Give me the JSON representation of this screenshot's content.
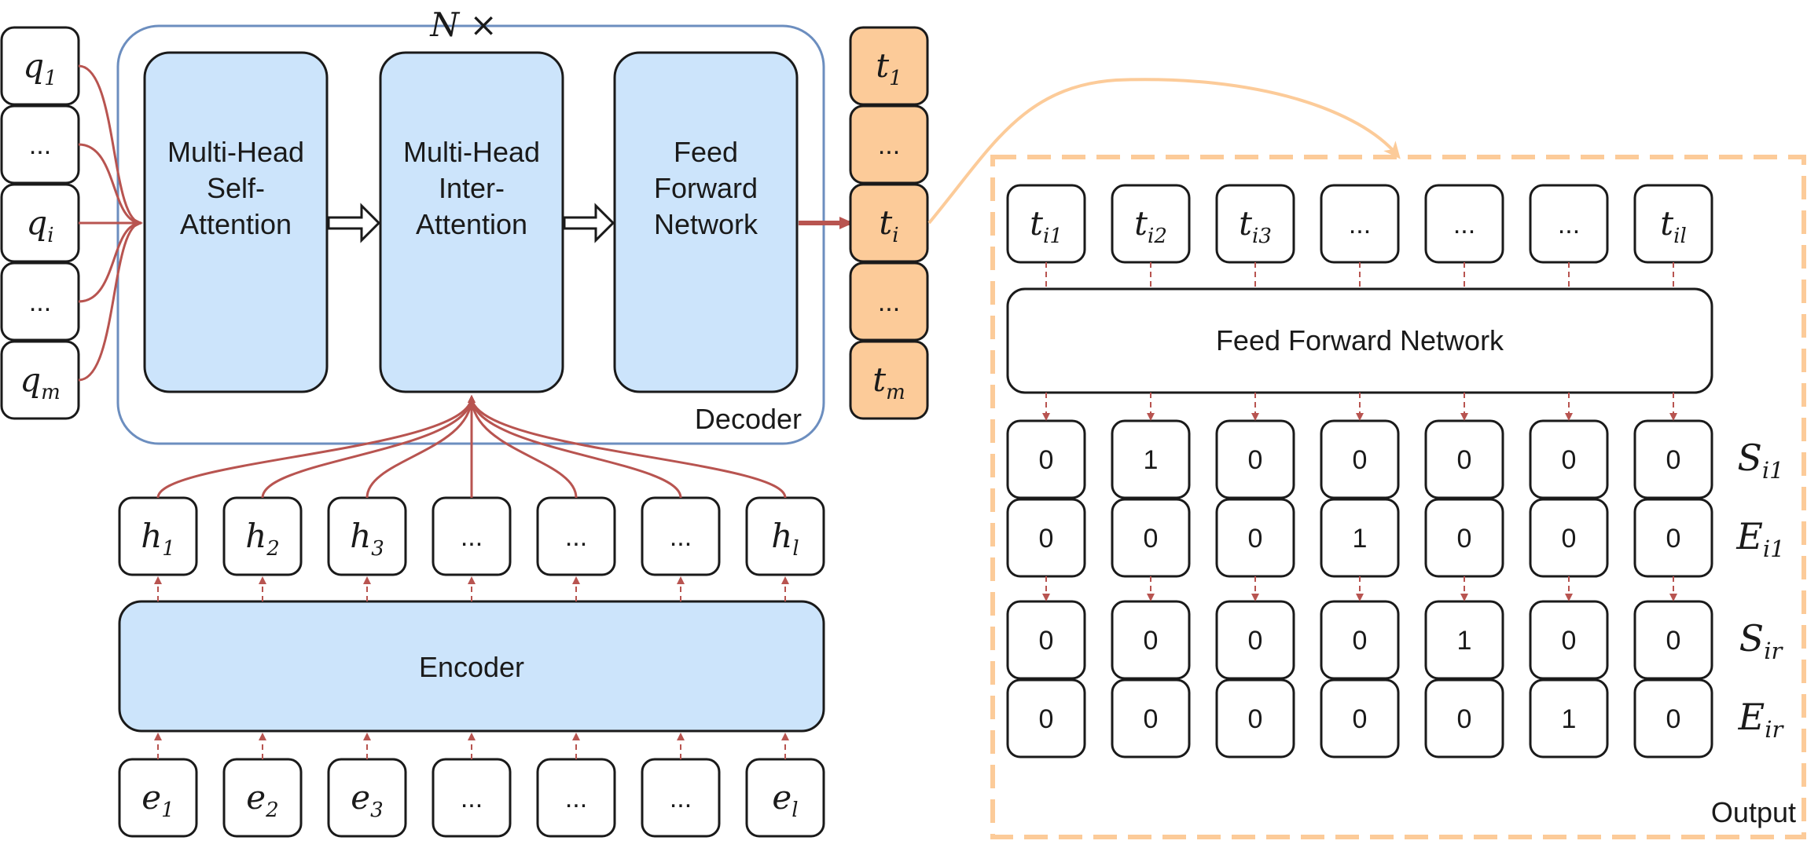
{
  "title": "N ×",
  "decoder": {
    "label": "Decoder",
    "inputs": [
      {
        "base": "q",
        "sub": "1"
      },
      {
        "base": "...",
        "sub": ""
      },
      {
        "base": "q",
        "sub": "i"
      },
      {
        "base": "...",
        "sub": ""
      },
      {
        "base": "q",
        "sub": "m"
      }
    ],
    "blocks": [
      {
        "lines": [
          "Multi-Head",
          "Self-",
          "Attention"
        ]
      },
      {
        "lines": [
          "Multi-Head",
          "Inter-",
          "Attention"
        ]
      },
      {
        "lines": [
          "Feed",
          "Forward",
          "Network"
        ]
      }
    ],
    "outputs": [
      {
        "base": "t",
        "sub": "1"
      },
      {
        "base": "...",
        "sub": ""
      },
      {
        "base": "t",
        "sub": "i"
      },
      {
        "base": "...",
        "sub": ""
      },
      {
        "base": "t",
        "sub": "m"
      }
    ]
  },
  "encoder": {
    "label": "Encoder",
    "hidden": [
      {
        "base": "h",
        "sub": "1"
      },
      {
        "base": "h",
        "sub": "2"
      },
      {
        "base": "h",
        "sub": "3"
      },
      {
        "base": "...",
        "sub": ""
      },
      {
        "base": "...",
        "sub": ""
      },
      {
        "base": "...",
        "sub": ""
      },
      {
        "base": "h",
        "sub": "l"
      }
    ],
    "embeddings": [
      {
        "base": "e",
        "sub": "1"
      },
      {
        "base": "e",
        "sub": "2"
      },
      {
        "base": "e",
        "sub": "3"
      },
      {
        "base": "...",
        "sub": ""
      },
      {
        "base": "...",
        "sub": ""
      },
      {
        "base": "...",
        "sub": ""
      },
      {
        "base": "e",
        "sub": "l"
      }
    ]
  },
  "output": {
    "label": "Output",
    "ffn_label": "Feed Forward Network",
    "tokens": [
      {
        "base": "t",
        "sub": "i1"
      },
      {
        "base": "t",
        "sub": "i2"
      },
      {
        "base": "t",
        "sub": "i3"
      },
      {
        "base": "...",
        "sub": ""
      },
      {
        "base": "...",
        "sub": ""
      },
      {
        "base": "...",
        "sub": ""
      },
      {
        "base": "t",
        "sub": "il"
      }
    ],
    "rows": [
      {
        "label": {
          "base": "S",
          "sub": "i1"
        },
        "values": [
          "0",
          "1",
          "0",
          "0",
          "0",
          "0",
          "0"
        ]
      },
      {
        "label": {
          "base": "E",
          "sub": "i1"
        },
        "values": [
          "0",
          "0",
          "0",
          "1",
          "0",
          "0",
          "0"
        ]
      },
      {
        "label": {
          "base": "S",
          "sub": "ir"
        },
        "values": [
          "0",
          "0",
          "0",
          "0",
          "1",
          "0",
          "0"
        ]
      },
      {
        "label": {
          "base": "E",
          "sub": "ir"
        },
        "values": [
          "0",
          "0",
          "0",
          "0",
          "0",
          "1",
          "0"
        ]
      }
    ]
  }
}
